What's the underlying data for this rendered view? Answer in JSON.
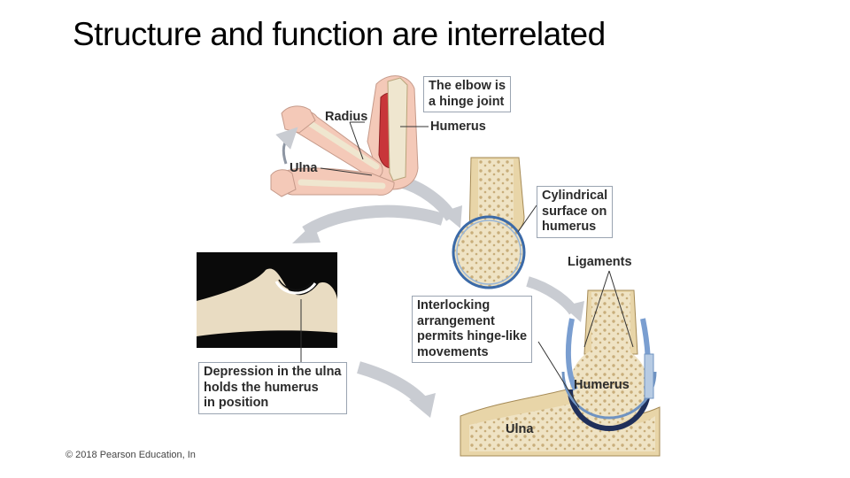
{
  "title": "Structure and function are interrelated",
  "footer": "© 2018 Pearson Education, In",
  "callouts": {
    "hinge": [
      "The elbow is",
      "a hinge joint"
    ],
    "cylindrical": [
      "Cylindrical",
      "surface on",
      "humerus"
    ],
    "interlocking": [
      "Interlocking",
      "arrangement",
      "permits hinge-like",
      "movements"
    ],
    "depression": [
      "Depression in the ulna",
      "holds the humerus",
      "in position"
    ]
  },
  "labels": {
    "radius": "Radius",
    "humerus_top": "Humerus",
    "ulna_top": "Ulna",
    "ligaments": "Ligaments",
    "humerus_bottom": "Humerus",
    "ulna_bottom": "Ulna"
  },
  "colors": {
    "bone": "#efe6cf",
    "bone_shadow": "#d9c79f",
    "muscle": "#c8363a",
    "skin": "#f4c9b8",
    "cartilage": "#1f2f5a",
    "arrow": "#c9ccd2",
    "photo_bg": "#0a0a0a"
  }
}
